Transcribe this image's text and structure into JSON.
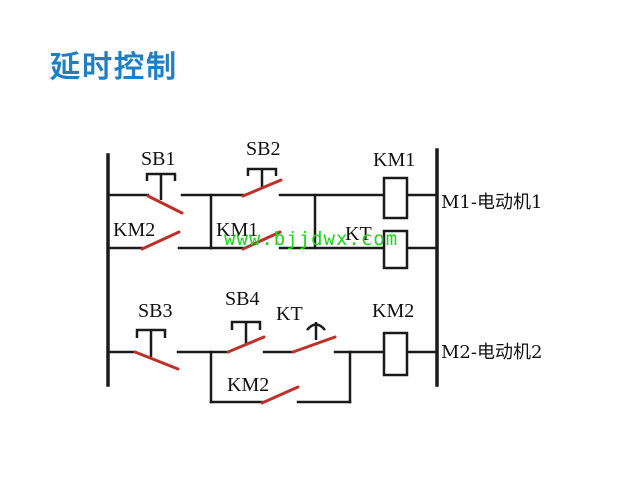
{
  "title": "延时控制",
  "labels": {
    "sb1": "SB1",
    "sb2": "SB2",
    "km1_coil": "KM1",
    "km2_contact_a": "KM2",
    "km1_contact": "KM1",
    "kt_contact_top": "KT",
    "motor1": "M1-电动机1",
    "sb3": "SB3",
    "sb4": "SB4",
    "kt_contact_bottom": "KT",
    "km2_coil": "KM2",
    "km2_contact_b": "KM2",
    "motor2": "M2-电动机2"
  },
  "watermark": "www.bjjdwx.com",
  "colors": {
    "title": "#1f7fc4",
    "wire": "#1a1a1a",
    "contact_blade": "#c0302a",
    "watermark": "#18d818"
  }
}
